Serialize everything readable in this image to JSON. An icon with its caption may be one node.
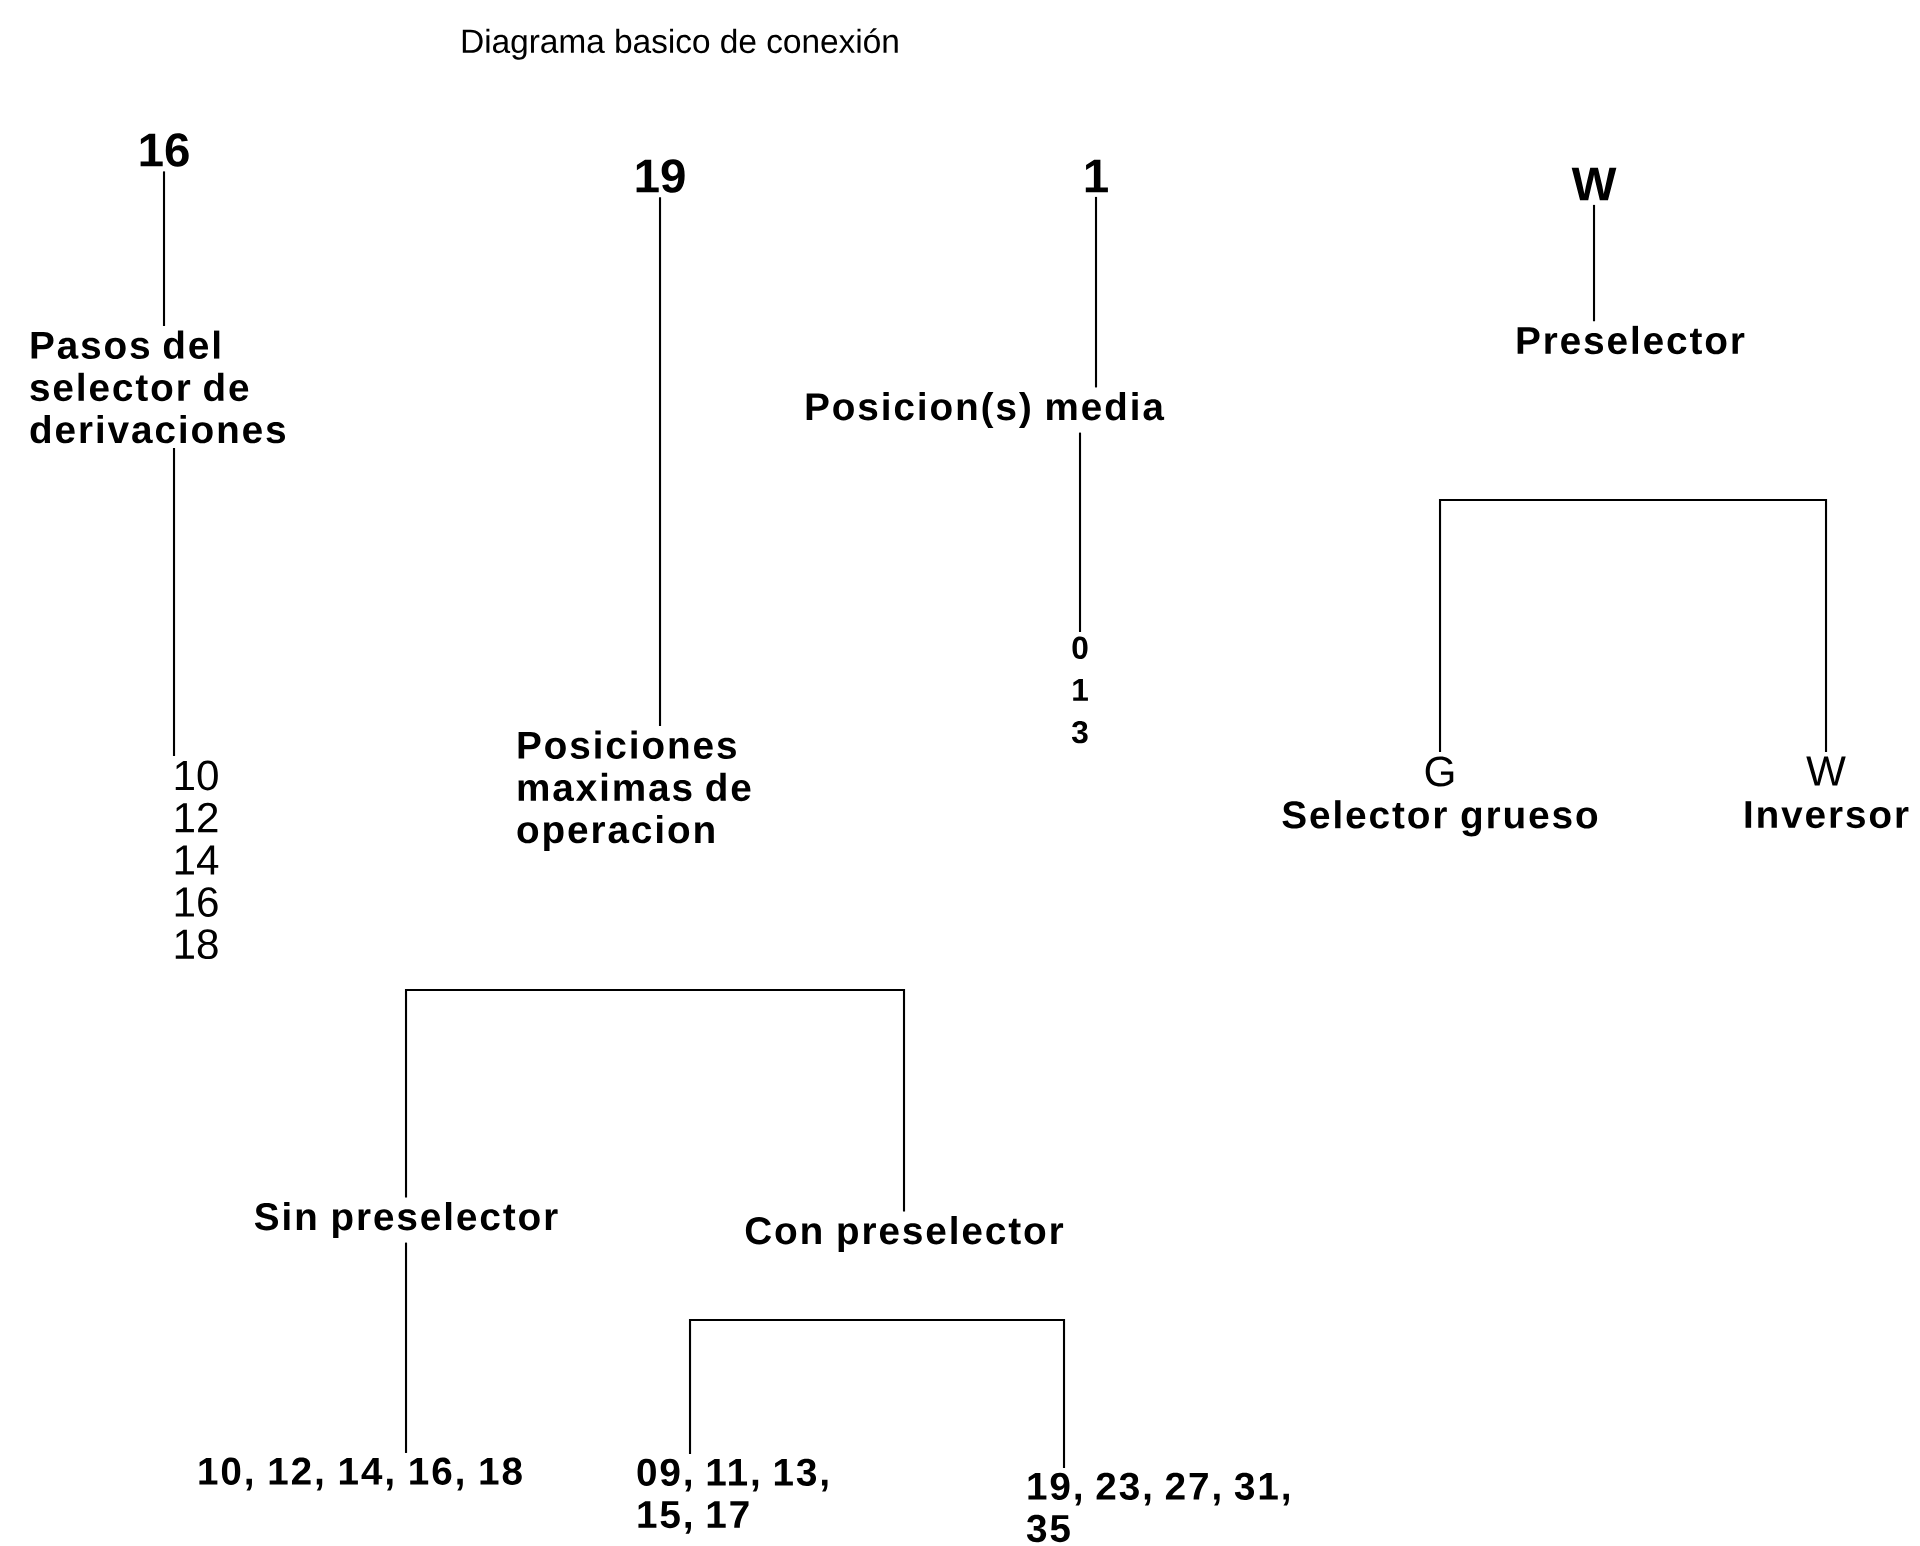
{
  "diagram": {
    "title": "Diagrama basico de conexión",
    "nodes": [
      {
        "text": [
          "16"
        ]
      },
      {
        "text": [
          "Pasos del selector de derivaciones"
        ]
      },
      {
        "text": [
          "10 12 14 16 18"
        ]
      },
      {
        "text": [
          "19"
        ]
      },
      {
        "text": [
          "Posiciones maximas de operacion"
        ]
      },
      {
        "text": [
          "1"
        ]
      },
      {
        "text": [
          "Posicion(s) media"
        ]
      },
      {
        "text": [
          "0 1 3"
        ]
      },
      {
        "text": [
          "W"
        ]
      },
      {
        "text": [
          "Preselector"
        ]
      },
      {
        "text": [
          "G",
          "Selector grueso"
        ]
      },
      {
        "text": [
          "W",
          "Inversor"
        ]
      },
      {
        "text": [
          "Sin preselector"
        ]
      },
      {
        "text": [
          "Con preselector"
        ]
      },
      {
        "text": [
          "10, 12, 14, 16, 18"
        ]
      },
      {
        "text": [
          "09, 11, 13, 15, 17"
        ]
      },
      {
        "text": [
          "19, 23, 27, 31, 35"
        ]
      }
    ],
    "edges": [
      {
        "from": 0,
        "to": 1,
        "arrow": "none"
      },
      {
        "from": 1,
        "to": 2,
        "arrow": "none"
      },
      {
        "from": 3,
        "to": 4,
        "arrow": "none"
      },
      {
        "from": 5,
        "to": 6,
        "arrow": "none"
      },
      {
        "from": 6,
        "to": 7,
        "arrow": "none"
      },
      {
        "from": 8,
        "to": 9,
        "arrow": "none"
      },
      {
        "from": 10,
        "to": 11,
        "arrow": "none"
      },
      {
        "from": 12,
        "to": 13,
        "arrow": "none"
      },
      {
        "from": 12,
        "to": 14,
        "arrow": "none"
      },
      {
        "from": 15,
        "to": 16,
        "arrow": "none"
      }
    ]
  }
}
